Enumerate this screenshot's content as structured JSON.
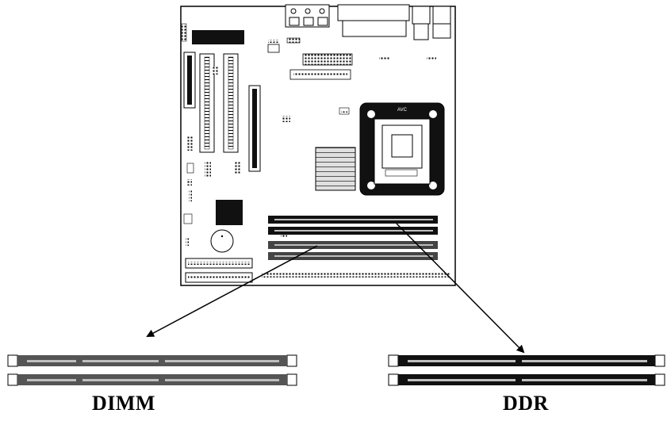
{
  "labels": {
    "dimm": "DIMM",
    "ddr": "DDR",
    "cpu_mark": "AVC"
  },
  "colors": {
    "board": "#ffffff",
    "outline": "#000000",
    "dimm_slot": "#555555",
    "ddr_slot": "#111111",
    "slot_groove": "#bfbfbf"
  },
  "icons": [
    "motherboard-diagram",
    "cpu-socket",
    "memory-slot",
    "arrow-pointer"
  ]
}
